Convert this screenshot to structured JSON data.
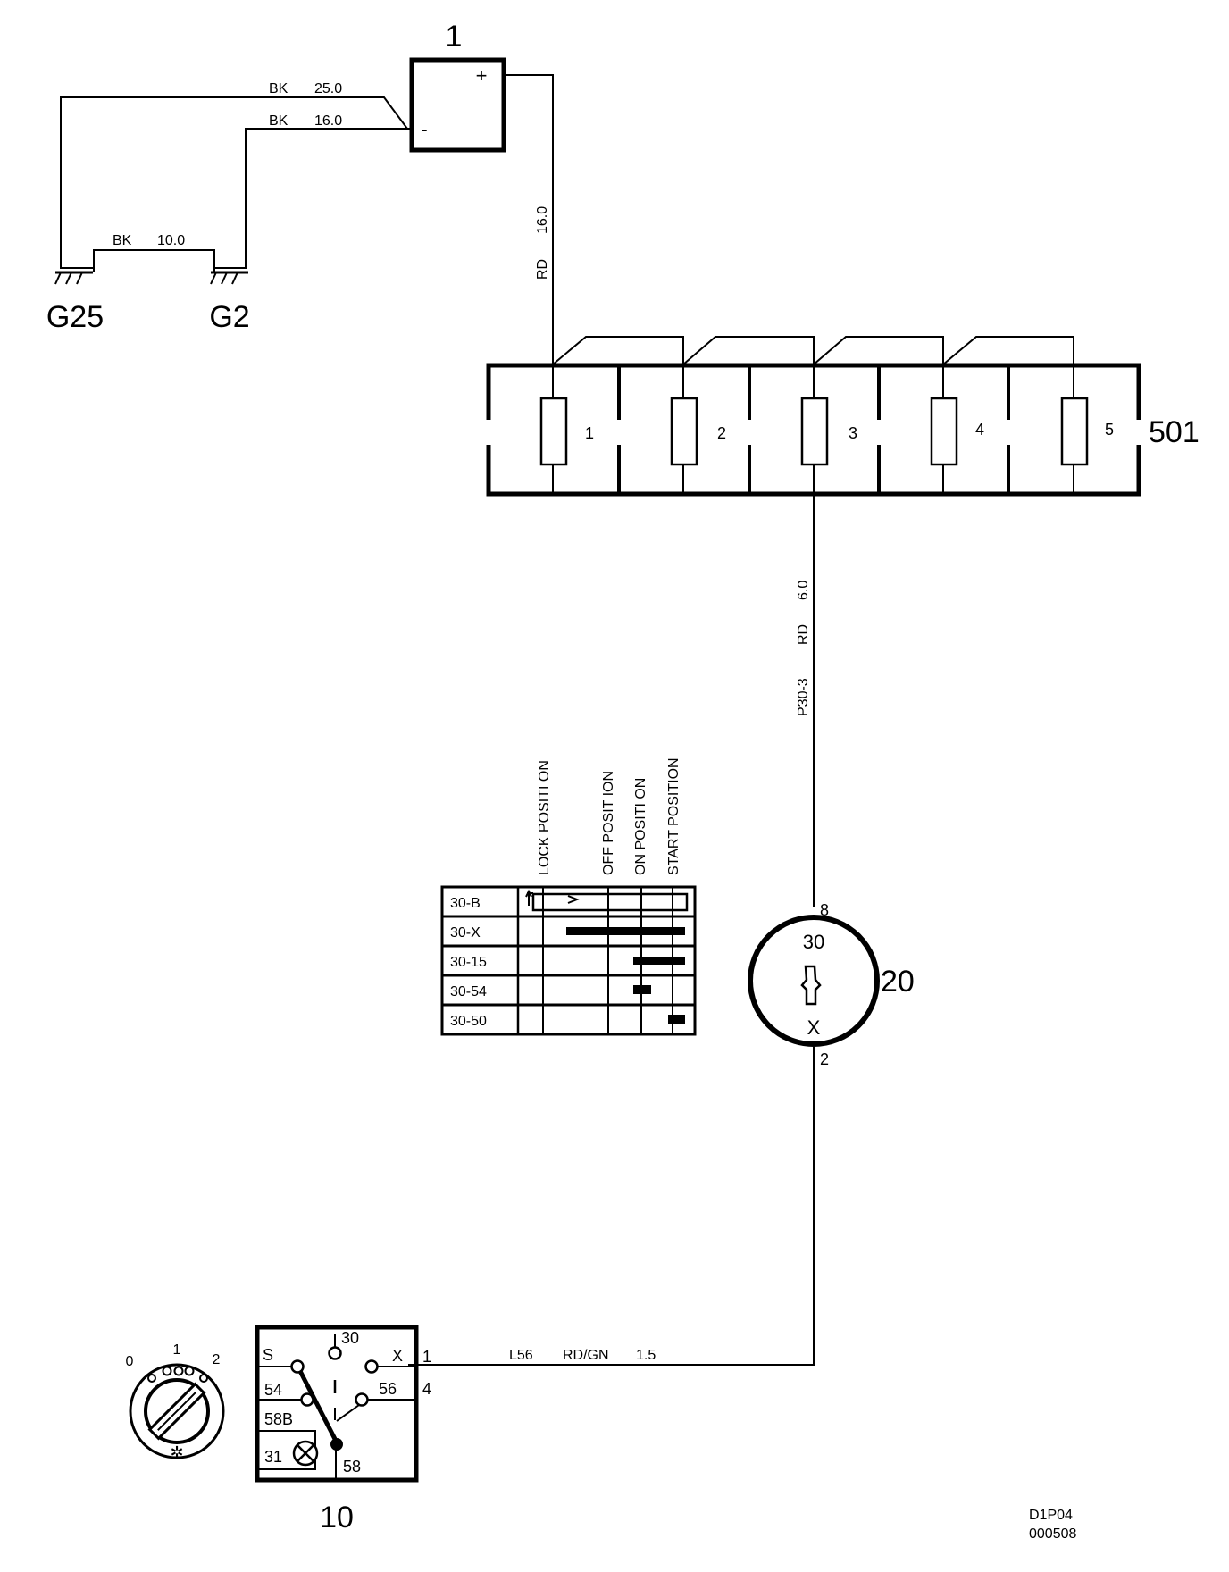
{
  "battery": {
    "id": "1",
    "plus": "+",
    "minus": "-"
  },
  "wires": {
    "bk25": {
      "color": "BK",
      "size": "25.0"
    },
    "bk16": {
      "color": "BK",
      "size": "16.0"
    },
    "bk10": {
      "color": "BK",
      "size": "10.0"
    },
    "rd16": {
      "color": "RD",
      "size": "16.0"
    },
    "p303": {
      "circuit": "P30-3",
      "color": "RD",
      "size": "6.0"
    },
    "l56": {
      "circuit": "L56",
      "color": "RD/GN",
      "size": "1.5"
    }
  },
  "grounds": [
    "G25",
    "G2"
  ],
  "fuse_box": {
    "id": "501",
    "fuses": [
      "1",
      "2",
      "3",
      "4",
      "5"
    ]
  },
  "ignition": {
    "id": "20",
    "pin_top": "8",
    "pin_bottom": "2",
    "terminal_in": "30",
    "terminal_out": "X"
  },
  "switch_table": {
    "positions": [
      "LOCK POSITI ON",
      "OFF POSIT ION",
      "ON POSITI ON",
      "START POSITION"
    ],
    "rows": [
      "30-B",
      "30-X",
      "30-15",
      "30-54",
      "30-50"
    ]
  },
  "light_switch": {
    "id": "10",
    "terminals": {
      "s": "S",
      "t30": "30",
      "x": "X",
      "t54": "54",
      "t56": "56",
      "t58b": "58B",
      "t31": "31",
      "t58": "58"
    },
    "pins": {
      "p1": "1",
      "p4": "4"
    }
  },
  "knob": {
    "positions": [
      "0",
      "1",
      "2"
    ]
  },
  "code": {
    "line1": "D1P04",
    "line2": "000508"
  }
}
